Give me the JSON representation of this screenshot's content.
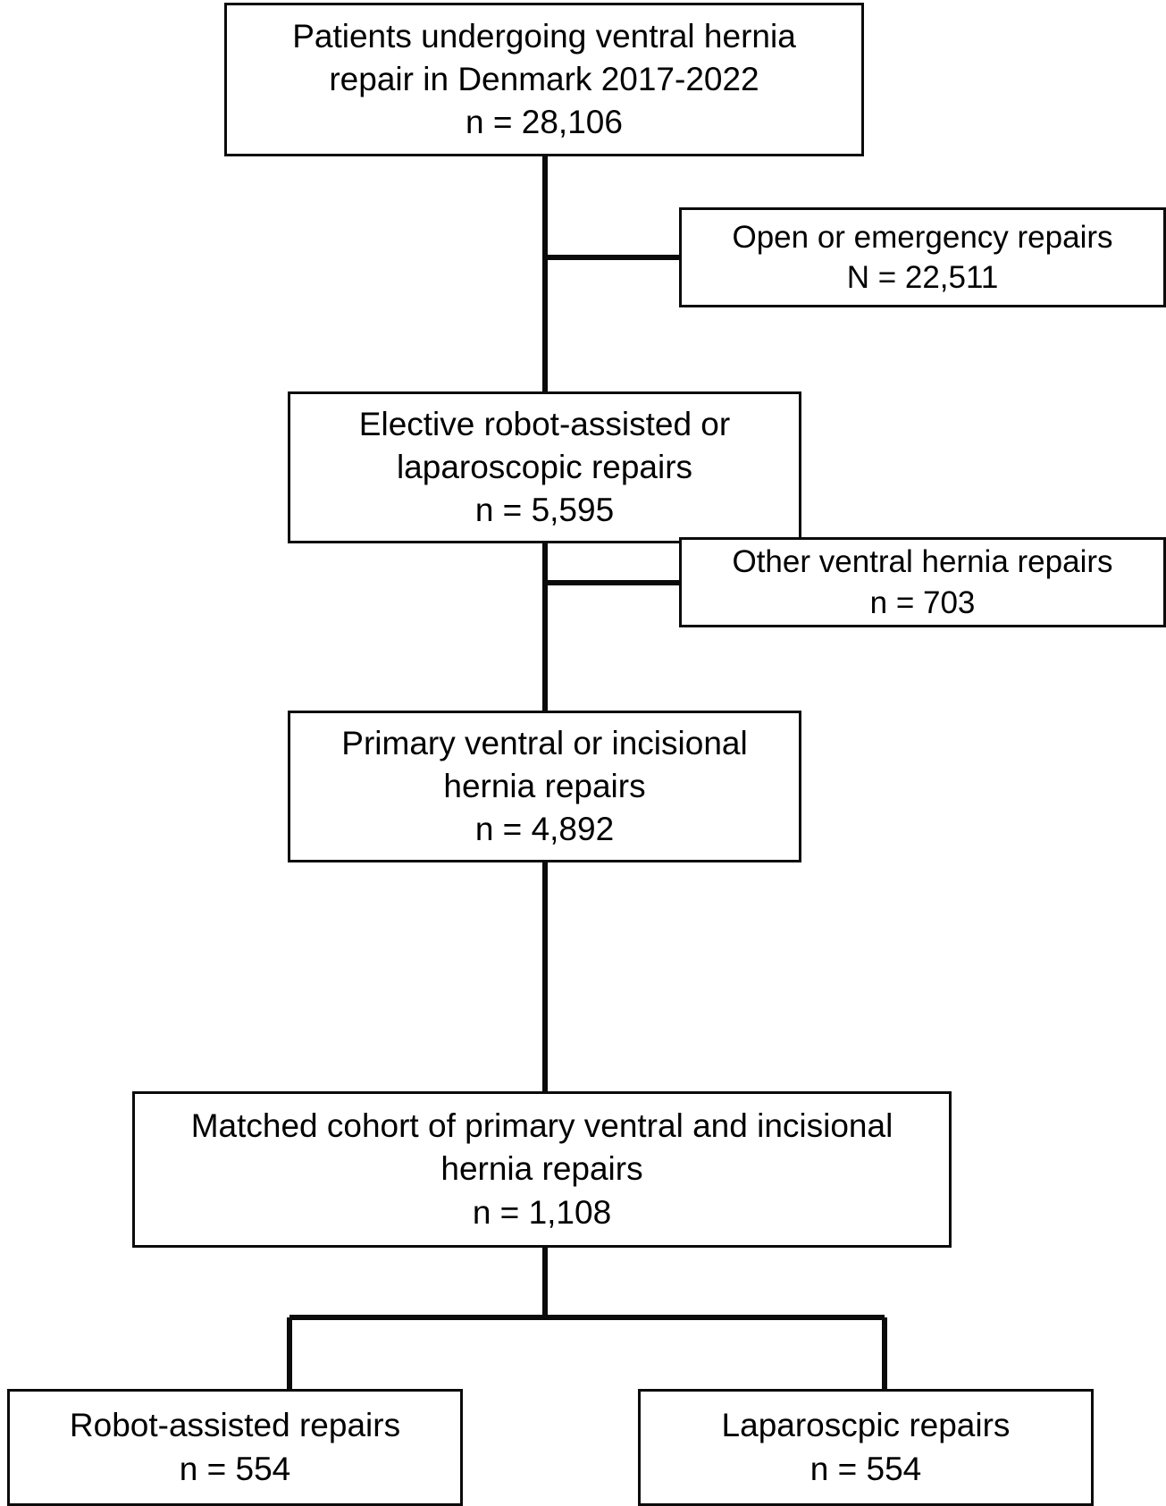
{
  "figure": {
    "type": "flowchart",
    "title": "Study cohort selection flow diagram",
    "orientation": "top-to-bottom",
    "colors": {
      "line": "#0b0b0b",
      "box_fill": "#ffffff",
      "text": "#000000"
    }
  },
  "nodes": {
    "total": {
      "id": "total",
      "line1": "Patients undergoing ventral hernia",
      "line2": "repair in Denmark 2017-2022",
      "count_line": "n = 28,106",
      "count_label": "n",
      "count_value": "28,106"
    },
    "excluded_open": {
      "id": "excluded-open",
      "line1": "Open or emergency repairs",
      "count_line": "N = 22,511",
      "count_label": "N",
      "count_value": "22,511"
    },
    "elective": {
      "id": "elective",
      "line1": "Elective robot-assisted or",
      "line2": "laparoscopic repairs",
      "count_line": "n = 5,595",
      "count_label": "n",
      "count_value": "5,595"
    },
    "excluded_other": {
      "id": "excluded-other",
      "line1": "Other ventral hernia repairs",
      "count_line": "n = 703",
      "count_label": "n",
      "count_value": "703"
    },
    "primary": {
      "id": "primary",
      "line1": "Primary ventral or incisional",
      "line2": "hernia repairs",
      "count_line": "n = 4,892",
      "count_label": "n",
      "count_value": "4,892"
    },
    "matched": {
      "id": "matched",
      "line1": "Matched cohort of primary ventral and incisional",
      "line2": "hernia repairs",
      "count_line": "n = 1,108",
      "count_label": "n",
      "count_value": "1,108"
    },
    "robot": {
      "id": "robot",
      "line1": "Robot-assisted repairs",
      "count_line": "n = 554",
      "count_label": "n",
      "count_value": "554"
    },
    "laparoscopic": {
      "id": "laparoscopic",
      "line1": "Laparoscpic repairs",
      "count_line": "n = 554",
      "count_label": "n",
      "count_value": "554"
    }
  },
  "flow": [
    {
      "from": "total",
      "to": "elective",
      "kind": "main"
    },
    {
      "from": "total",
      "to": "excluded_open",
      "kind": "exclusion-right"
    },
    {
      "from": "elective",
      "to": "primary",
      "kind": "main"
    },
    {
      "from": "elective",
      "to": "excluded_other",
      "kind": "exclusion-right"
    },
    {
      "from": "primary",
      "to": "matched",
      "kind": "main"
    },
    {
      "from": "matched",
      "to": "robot",
      "kind": "split-left"
    },
    {
      "from": "matched",
      "to": "laparoscopic",
      "kind": "split-right"
    }
  ]
}
